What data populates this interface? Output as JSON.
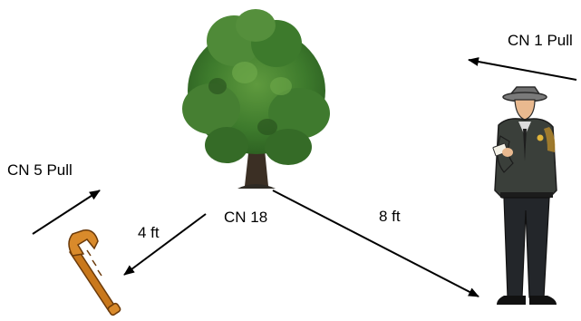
{
  "labels": {
    "cn1_pull": "CN 1 Pull",
    "cn5_pull": "CN 5 Pull",
    "cn18": "CN 18",
    "dist_4ft": "4 ft",
    "dist_8ft": "8 ft"
  },
  "icons": {
    "tree": "tree-icon",
    "wrench": "wrench-icon",
    "officer": "police-officer-icon"
  },
  "colors": {
    "arrow": "#000000",
    "wrench": "#c9781c",
    "foliage": "#3f7a2e",
    "uniform": "#3a3f3a"
  }
}
